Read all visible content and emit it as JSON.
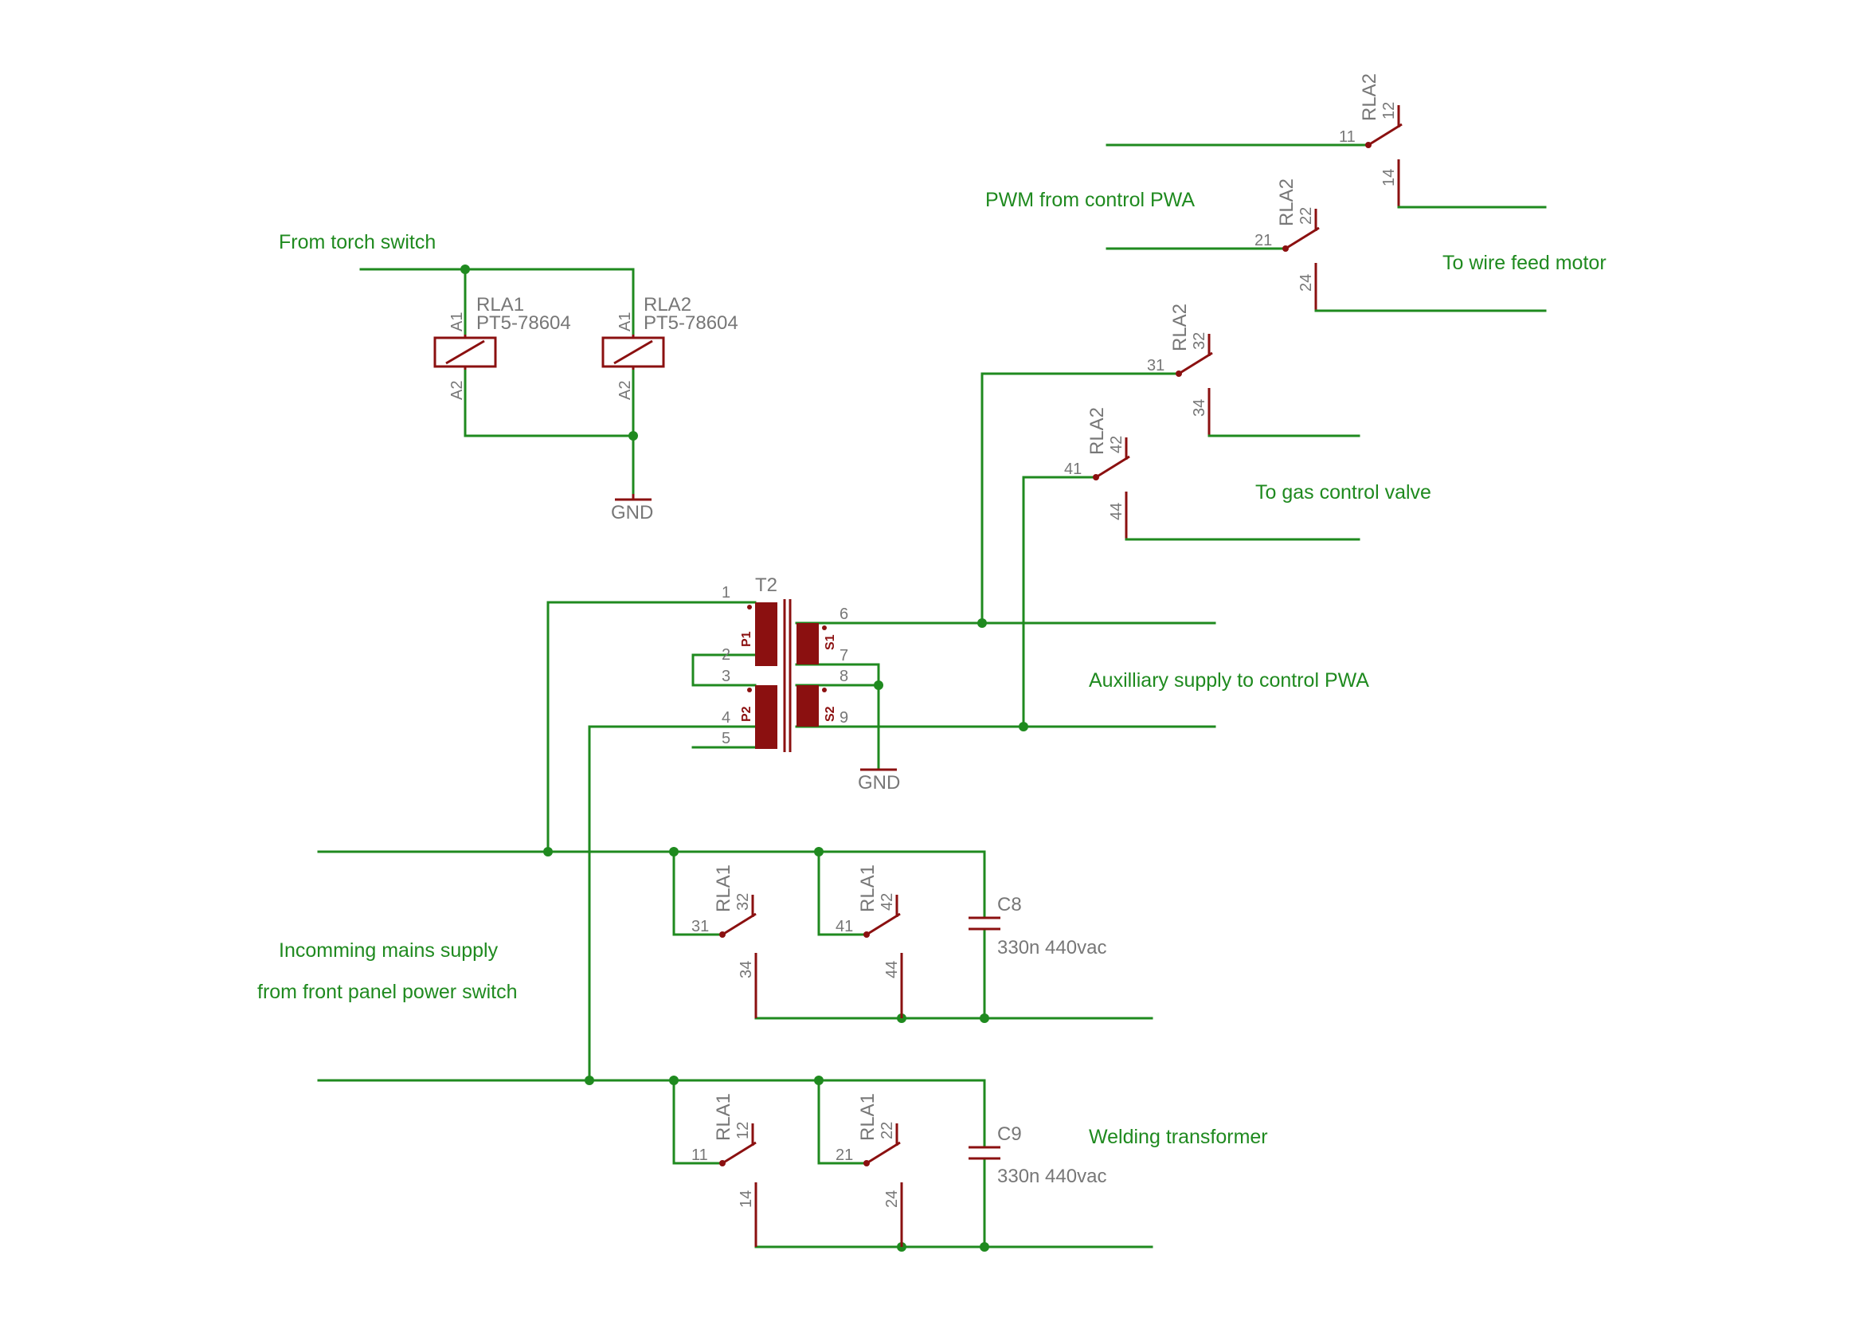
{
  "colors": {
    "wire": "#1f8a1f",
    "part": "#8b1010",
    "pin_text": "#777777",
    "background": "#ffffff"
  },
  "net_labels": {
    "torch": "From torch switch",
    "pwm": "PWM from control PWA",
    "wire_feed": "To wire feed motor",
    "gas": "To gas control valve",
    "aux": "Auxilliary supply to control PWA",
    "mains_1": "Incomming mains supply",
    "mains_2": "from front panel power switch",
    "welding": "Welding transformer"
  },
  "coil_rla1": {
    "ref": "RLA1",
    "value": "PT5-78604",
    "pin_a1": "A1",
    "pin_a2": "A2"
  },
  "coil_rla2": {
    "ref": "RLA2",
    "value": "PT5-78604",
    "pin_a1": "A1",
    "pin_a2": "A2"
  },
  "gnd_coils": "GND",
  "gnd_xfmr": "GND",
  "transformer": {
    "ref": "T2",
    "winding_p1": "P1",
    "winding_p2": "P2",
    "winding_s1": "S1",
    "winding_s2": "S2",
    "pins": {
      "p1": "1",
      "p2": "2",
      "p3": "3",
      "p4": "4",
      "p5": "5",
      "p6": "6",
      "p7": "7",
      "p8": "8",
      "p9": "9"
    }
  },
  "contacts": {
    "rla2_1": {
      "ref": "RLA2",
      "com": "11",
      "nc": "12",
      "no": "14"
    },
    "rla2_2": {
      "ref": "RLA2",
      "com": "21",
      "nc": "22",
      "no": "24"
    },
    "rla2_3": {
      "ref": "RLA2",
      "com": "31",
      "nc": "32",
      "no": "34"
    },
    "rla2_4": {
      "ref": "RLA2",
      "com": "41",
      "nc": "42",
      "no": "44"
    },
    "rla1_3": {
      "ref": "RLA1",
      "com": "31",
      "nc": "32",
      "no": "34"
    },
    "rla1_4": {
      "ref": "RLA1",
      "com": "41",
      "nc": "42",
      "no": "44"
    },
    "rla1_1": {
      "ref": "RLA1",
      "com": "11",
      "nc": "12",
      "no": "14"
    },
    "rla1_2": {
      "ref": "RLA1",
      "com": "21",
      "nc": "22",
      "no": "24"
    }
  },
  "c8": {
    "ref": "C8",
    "value": "330n 440vac"
  },
  "c9": {
    "ref": "C9",
    "value": "330n 440vac"
  }
}
